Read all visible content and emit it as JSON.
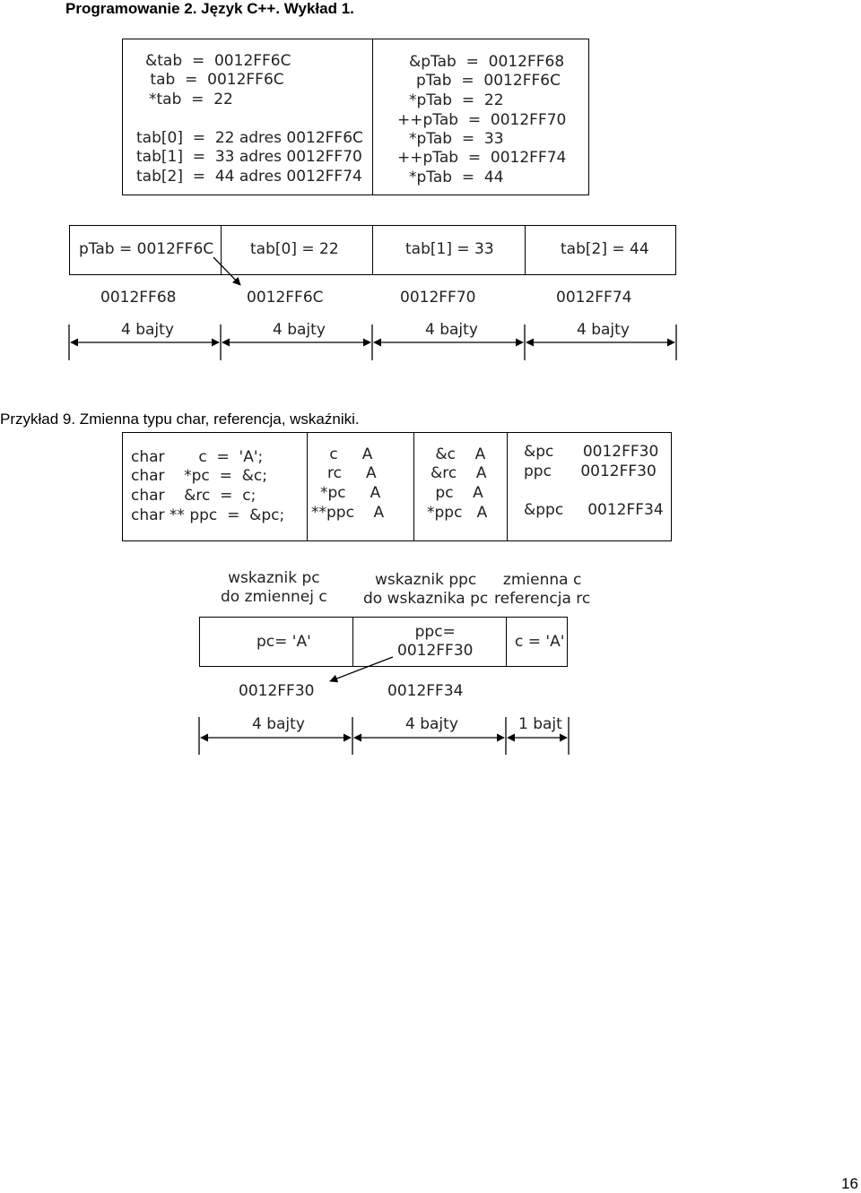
{
  "header": {
    "title": "Programowanie 2. Język C++. Wykład 1."
  },
  "table1": {
    "left": [
      "&tab  =  0012FF6C",
      " tab  =  0012FF6C",
      "*tab  =  22",
      "tab[0]  =  22 adres 0012FF6C",
      "tab[1]  =  33 adres 0012FF70",
      "tab[2]  =  44 adres 0012FF74"
    ],
    "right": [
      "&pTab  =  0012FF68",
      "pTab  =  0012FF6C",
      "*pTab  =  22",
      "++pTab  =  0012FF70",
      "*pTab  =  33",
      "++pTab  =  0012FF74",
      "*pTab  =  44"
    ]
  },
  "memory1": {
    "cells": [
      "pTab = 0012FF6C",
      "tab[0] = 22",
      "tab[1] = 33",
      "tab[2] = 44"
    ],
    "addresses": [
      "0012FF68",
      "0012FF6C",
      "0012FF70",
      "0012FF74"
    ],
    "sizes": [
      "4 bajty",
      "4 bajty",
      "4 bajty",
      "4 bajty"
    ]
  },
  "example": {
    "caption": "Przykład 9. Zmienna typu char, referencja, wskaźniki."
  },
  "table2": {
    "col1": [
      "char       c  =  'A';",
      "char    *pc  =  &c;",
      "char    &rc  =  c;",
      "char ** ppc  =  &pc;"
    ],
    "col2": [
      " c     A",
      "rc     A",
      "*pc     A",
      "**ppc    A"
    ],
    "col3": [
      " &c    A",
      "&rc    A",
      " pc    A",
      "*ppc   A"
    ],
    "col4": [
      "&pc      0012FF30",
      "ppc      0012FF30",
      "",
      "&ppc     0012FF34"
    ]
  },
  "memory2": {
    "labels": [
      "wskaznik pc\ndo zmiennej c",
      "wskaznik ppc\ndo wskaznika pc",
      "zmienna c\nreferencja rc"
    ],
    "cells": [
      "pc= 'A'",
      "ppc=\n0012FF30",
      "c = 'A'"
    ],
    "addresses": [
      "0012FF30",
      "0012FF34"
    ],
    "sizes": [
      "4 bajty",
      "4 bajty",
      "1 bajt"
    ]
  },
  "footer": {
    "page_number": "16"
  }
}
